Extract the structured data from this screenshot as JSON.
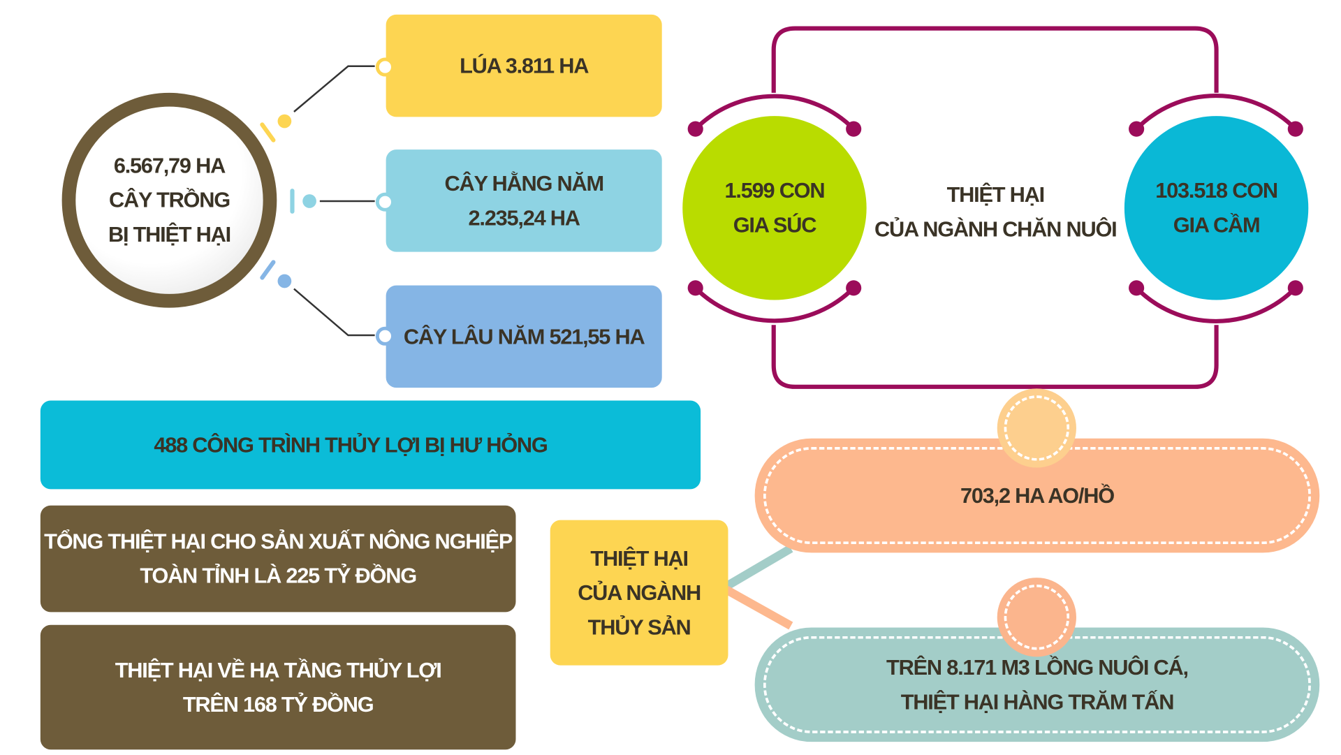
{
  "crops": {
    "center": [
      "6.567,79 HA",
      "CÂY TRỒNG",
      "BỊ THIỆT HẠI"
    ],
    "items": [
      {
        "lines": [
          "LÚA 3.811 HA"
        ],
        "color": "#fdd552"
      },
      {
        "lines": [
          "CÂY HẰNG NĂM",
          "2.235,24 HA"
        ],
        "color": "#8ed3e3"
      },
      {
        "lines": [
          "CÂY LÂU NĂM 521,55 HA"
        ],
        "color": "#85b5e5"
      }
    ]
  },
  "livestock": {
    "title": [
      "THIỆT HẠI",
      "CỦA NGÀNH CHĂN NUÔI"
    ],
    "cattle": [
      "1.599 CON",
      "GIA SÚC"
    ],
    "poultry": [
      "103.518 CON",
      "GIA CẦM"
    ],
    "frame_color": "#9b0c5a"
  },
  "irrigation": "488 CÔNG TRÌNH THỦY LỢI BỊ HƯ HỎNG",
  "totals": {
    "agri": [
      "TỔNG THIỆT HẠI CHO SẢN XUẤT NÔNG NGHIỆP",
      "TOÀN TỈNH LÀ 225 TỶ ĐỒNG"
    ],
    "infra": [
      "THIỆT HẠI VỀ HẠ TẦNG THỦY LỢI",
      "TRÊN 168 TỶ ĐỒNG"
    ]
  },
  "fishery": {
    "title": [
      "THIỆT HẠI",
      "CỦA NGÀNH",
      "THỦY SẢN"
    ],
    "ponds": "703,2 HA AO/HỒ",
    "cages": [
      "TRÊN 8.171 M3 LỒNG NUÔI CÁ,",
      "THIỆT HẠI HÀNG TRĂM TẤN"
    ]
  }
}
